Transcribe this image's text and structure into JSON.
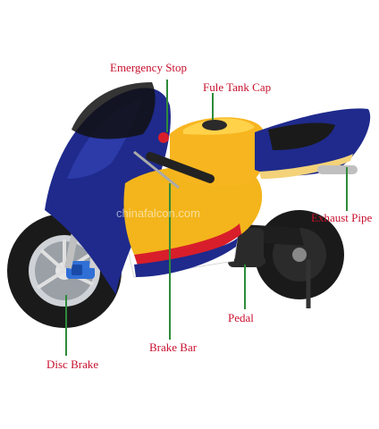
{
  "labels": {
    "emergency_stop": "Emergency Stop",
    "fuel_tank_cap": "Fule Tank Cap",
    "exhaust_pipe": "Exhaust Pipe",
    "pedal": "Pedal",
    "brake_bar": "Brake Bar",
    "disc_brake": "Disc Brake"
  },
  "watermark": "chinafalcon.com",
  "colors": {
    "label_text": "#c8102e",
    "pointer_line": "#2e8b3a",
    "body_blue": "#1f2a8c",
    "body_yellow": "#f3b51b",
    "stripe_red": "#d81e2a",
    "tyre": "#1a1a1a"
  }
}
